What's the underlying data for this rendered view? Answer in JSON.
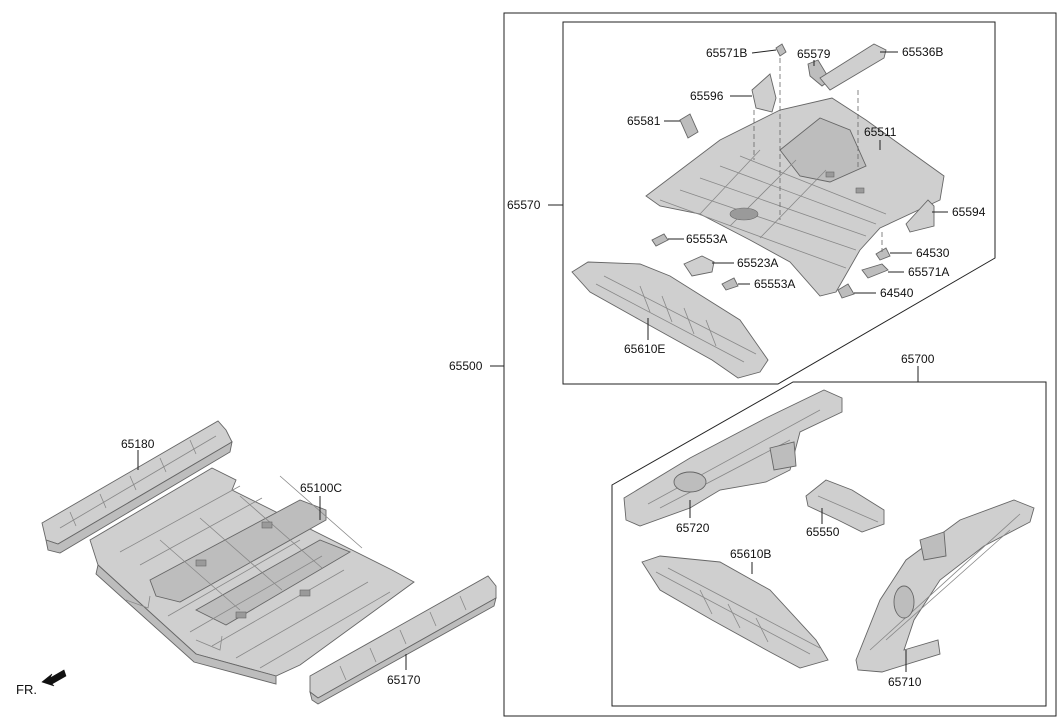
{
  "labels": {
    "p65180": "65180",
    "p65100c": "65100C",
    "p65170": "65170",
    "p65500": "65500",
    "p65570": "65570",
    "p65571b": "65571B",
    "p65579": "65579",
    "p65536b": "65536B",
    "p65596": "65596",
    "p65581": "65581",
    "p65511": "65511",
    "p65594": "65594",
    "p65553a_1": "65553A",
    "p64530": "64530",
    "p65523a": "65523A",
    "p65571a": "65571A",
    "p65553a_2": "65553A",
    "p64540": "64540",
    "p65610e": "65610E",
    "p65700": "65700",
    "p65720": "65720",
    "p65550": "65550",
    "p65610b": "65610B",
    "p65710": "65710"
  },
  "direction": {
    "label": "FR.",
    "icon": "front-direction-arrow-icon"
  },
  "colors": {
    "part_fill": "#cfcfcf",
    "part_shade": "#bdbdbd",
    "line": "#222222"
  }
}
